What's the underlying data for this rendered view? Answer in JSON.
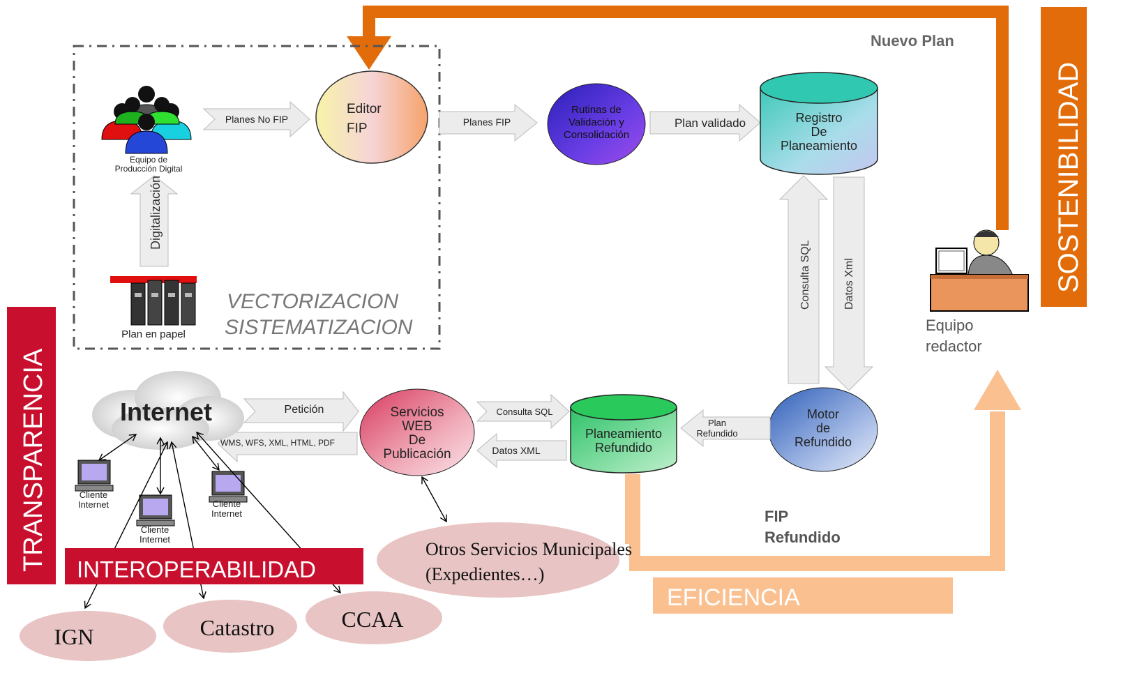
{
  "colors": {
    "orange": "#E36C0A",
    "peach": "#FAC090",
    "crimson": "#C8102E",
    "pink_ellipse": "#E8C4C4",
    "purple_node": "#4B2FD6",
    "teal_db": "#7FD6CC",
    "green_db": "#5ED37A",
    "blue_motor": "#4A74C6",
    "services_pink": "#E0506E",
    "gray_arrow": "#E6E6E6"
  },
  "labels": {
    "nuevo_plan": "Nuevo Plan",
    "sostenibilidad": "SOSTENIBILIDAD",
    "transparencia": "TRANSPARENCIA",
    "interoperabilidad": "INTEROPERABILIDAD",
    "eficiencia": "EFICIENCIA",
    "vectorizacion": "VECTORIZACION",
    "sistematizacion": "SISTEMATIZACION",
    "fip_refundido_1": "FIP",
    "fip_refundido_2": "Refundido"
  },
  "nodes": {
    "equipo_produccion": {
      "line1": "Equipo de",
      "line2": "Producción Digital"
    },
    "plan_papel": {
      "label": "Plan en papel"
    },
    "editor": {
      "line1": "Editor",
      "line2": "FIP"
    },
    "rutinas": {
      "line1": "Rutinas de",
      "line2": "Validación y",
      "line3": "Consolidación"
    },
    "registro": {
      "line1": "Registro",
      "line2": "De",
      "line3": "Planeamiento"
    },
    "equipo_redactor": {
      "line1": "Equipo",
      "line2": "redactor"
    },
    "motor": {
      "line1": "Motor",
      "line2": "de",
      "line3": "Refundido"
    },
    "planeamiento": {
      "line1": "Planeamiento",
      "line2": "Refundido"
    },
    "servicios": {
      "line1": "Servicios",
      "line2": "WEB",
      "line3": "De",
      "line4": "Publicación"
    },
    "internet": {
      "label": "Internet"
    },
    "otros": {
      "line1": "Otros Servicios Municipales",
      "line2": "(Expedientes…)"
    },
    "ign": {
      "label": "IGN"
    },
    "catastro": {
      "label": "Catastro"
    },
    "ccaa": {
      "label": "CCAA"
    },
    "cliente": {
      "line1": "Cliente",
      "line2": "Internet"
    }
  },
  "flows": {
    "planes_no_fip": "Planes No FIP",
    "planes_fip": "Planes FIP",
    "plan_validado": "Plan validado",
    "digitalizacion": "Digitalización",
    "consulta_sql_v": "Consulta SQL",
    "datos_xml_v": "Datos Xml",
    "plan_refundido_1": "Plan",
    "plan_refundido_2": "Refundido",
    "consulta_sql_h": "Consulta SQL",
    "datos_xml_h": "Datos XML",
    "peticion": "Petición",
    "formats": "WMS, WFS, XML, HTML, PDF"
  }
}
